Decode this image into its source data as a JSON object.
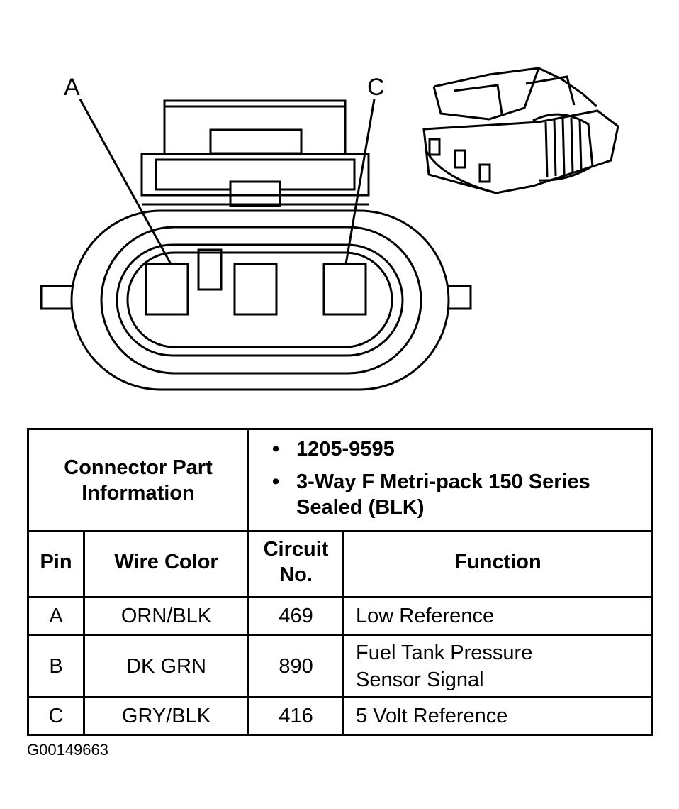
{
  "pin_callouts": [
    "A",
    "C"
  ],
  "table": {
    "part_info_label_line1": "Connector Part",
    "part_info_label_line2": "Information",
    "part_items": [
      "1205-9595",
      "3-Way F Metri-pack 150 Series Sealed (BLK)"
    ],
    "bullet": "•",
    "headers": {
      "pin": "Pin",
      "wire_color": "Wire Color",
      "circuit_line1": "Circuit",
      "circuit_line2": "No.",
      "function": "Function"
    },
    "rows": [
      {
        "pin": "A",
        "wire_color": "ORN/BLK",
        "circuit": "469",
        "function_line1": "Low Reference",
        "function_line2": ""
      },
      {
        "pin": "B",
        "wire_color": "DK GRN",
        "circuit": "890",
        "function_line1": "Fuel Tank Pressure",
        "function_line2": "Sensor Signal"
      },
      {
        "pin": "C",
        "wire_color": "GRY/BLK",
        "circuit": "416",
        "function_line1": "5 Volt Reference",
        "function_line2": ""
      }
    ]
  },
  "figure_id": "G00149663"
}
